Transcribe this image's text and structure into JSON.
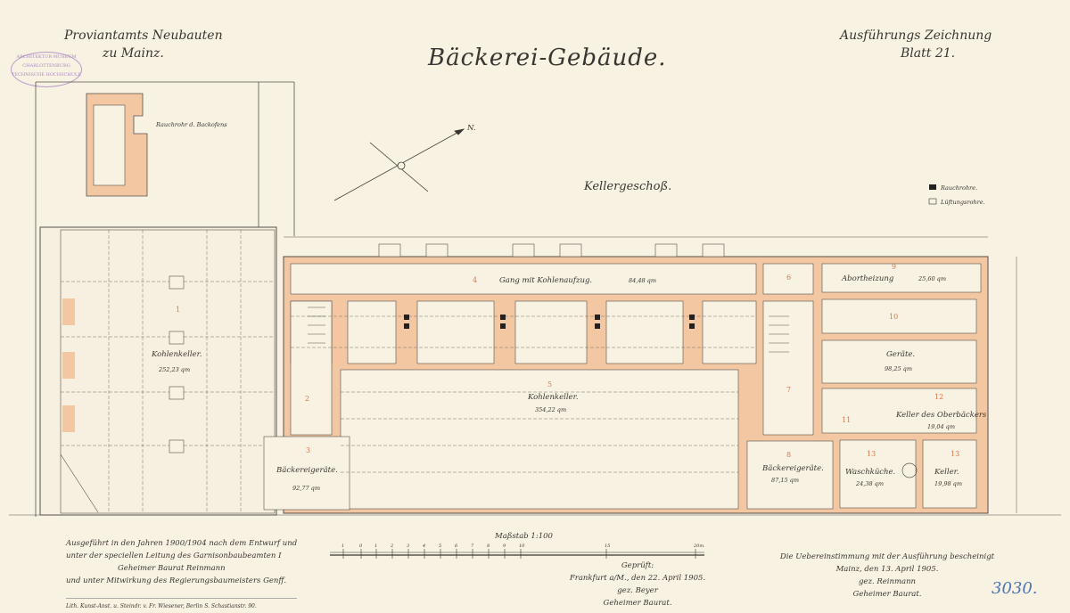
{
  "header": {
    "left_line1": "Proviantamts Neubauten",
    "left_line2": "zu Mainz.",
    "title": "Bäckerei-Gebäude.",
    "right_line1": "Ausführungs Zeichnung",
    "right_line2": "Blatt 21."
  },
  "stamp": {
    "line1": "ARCHITEKTUR-MUSEUM",
    "line2": "CHARLOTTENBURG",
    "line3": "TECHNISCHE HOCHSCHULE"
  },
  "floor_label": "Kellergeschoß.",
  "compass": {
    "north_label": "N."
  },
  "legend": {
    "smoke": "Rauchrohre.",
    "vent": "Lüftungsrohre."
  },
  "rooms": [
    {
      "num": "1",
      "name": "Kohlenkeller.",
      "area": "252,23 qm"
    },
    {
      "num": "2",
      "name": "",
      "area": ""
    },
    {
      "num": "3",
      "name": "Bäckereigeräte.",
      "area": "92,77 qm"
    },
    {
      "num": "4",
      "name": "Gang mit Kohlenaufzug.",
      "area": "84,48 qm"
    },
    {
      "num": "5",
      "name": "Kohlenkeller.",
      "area": "354,22 qm"
    },
    {
      "num": "6",
      "name": "",
      "area": ""
    },
    {
      "num": "7",
      "name": "",
      "area": ""
    },
    {
      "num": "8",
      "name": "Bäckereigeräte.",
      "area": "87,15 qm"
    },
    {
      "num": "9",
      "name": "Abortheizung",
      "area": "25,60 qm"
    },
    {
      "num": "10",
      "name": "Geräte.",
      "area": "98,25 qm"
    },
    {
      "num": "11",
      "name": "",
      "area": ""
    },
    {
      "num": "12",
      "name": "Keller des Oberbäckers",
      "area": "19,04 qm"
    },
    {
      "num": "13",
      "name": "Waschküche.",
      "area": "24,38 qm"
    },
    {
      "num": "13",
      "name": "Keller.",
      "area": "19,98 qm"
    }
  ],
  "scale": {
    "label": "Maßstab 1:100",
    "ticks": [
      "1",
      "0",
      "1",
      "2",
      "3",
      "4",
      "5",
      "6",
      "7",
      "8",
      "9",
      "10",
      "15",
      "20m."
    ]
  },
  "notes_left": [
    "Ausgeführt in den Jahren 1900/1904 nach dem Entwurf und",
    "unter der speciellen Leitung des Garnisonbaubeamten I",
    "Geheimer Baurat Reinmann",
    "und unter Mitwirkung des Regierungsbaumeisters Genff.",
    "Lith. Kunst-Anst. u. Steindr. v. Fr. Wiesener, Berlin S. Schastianstr. 90."
  ],
  "notes_center": [
    "Geprüft:",
    "Frankfurt a/M., den 22. April 1905.",
    "gez. Beyer",
    "Geheimer Baurat."
  ],
  "notes_right": [
    "Die Uebereinstimmung mit der Ausführung bescheinigt",
    "Mainz, den 13. April 1905.",
    "gez. Reinmann",
    "Geheimer Baurat."
  ],
  "inventory_number": "3030."
}
